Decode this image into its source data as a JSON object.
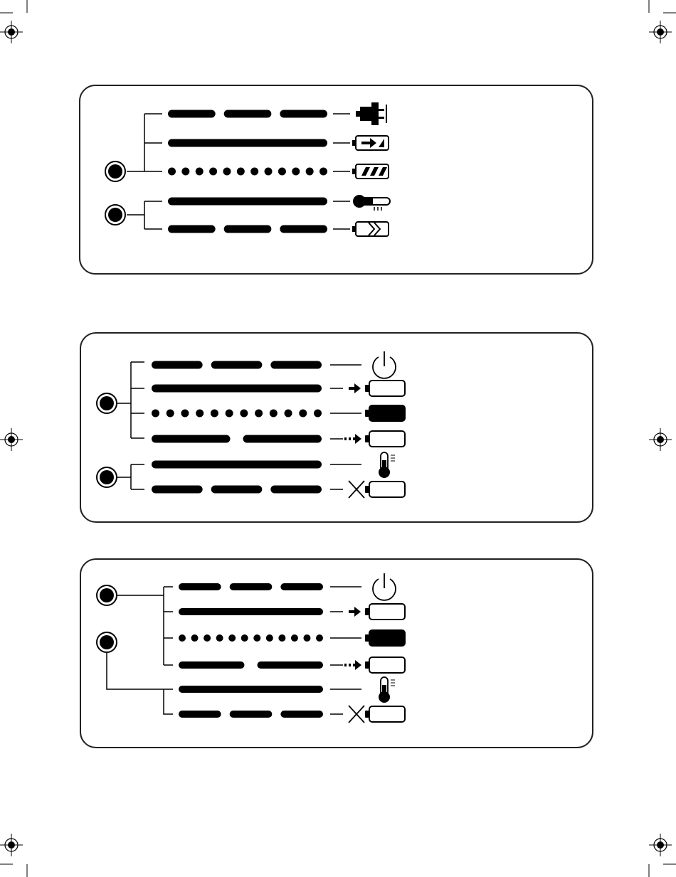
{
  "panels": [
    {
      "id": "panel-1",
      "indicators": [
        "led-a",
        "led-b"
      ],
      "rows": [
        {
          "pattern": "dash-3",
          "icon": "plug-icon",
          "led": "led-a"
        },
        {
          "pattern": "solid",
          "icon": "battery-charging-icon",
          "led": "led-a"
        },
        {
          "pattern": "dotted",
          "icon": "battery-full-icon",
          "led": "led-a"
        },
        {
          "pattern": "solid",
          "icon": "thermometer-icon",
          "led": "led-b"
        },
        {
          "pattern": "dash-3",
          "icon": "battery-fault-icon",
          "led": "led-b"
        }
      ]
    },
    {
      "id": "panel-2",
      "indicators": [
        "led-a",
        "led-b"
      ],
      "rows": [
        {
          "pattern": "dash-3",
          "icon": "power-icon",
          "led": "led-a"
        },
        {
          "pattern": "solid",
          "icon": "battery-charging-icon",
          "led": "led-a"
        },
        {
          "pattern": "dotted",
          "icon": "battery-full-icon",
          "led": "led-a"
        },
        {
          "pattern": "dash-2",
          "icon": "battery-trickle-icon",
          "led": "led-a"
        },
        {
          "pattern": "solid",
          "icon": "thermometer-icon",
          "led": "led-b"
        },
        {
          "pattern": "dash-3",
          "icon": "battery-error-icon",
          "led": "led-b"
        }
      ]
    },
    {
      "id": "panel-3",
      "indicators": [
        "led-a",
        "led-b"
      ],
      "rows": [
        {
          "pattern": "dash-3",
          "icon": "power-icon",
          "led": "led-a"
        },
        {
          "pattern": "solid",
          "icon": "battery-charging-icon",
          "led": "led-a"
        },
        {
          "pattern": "dotted",
          "icon": "battery-full-icon",
          "led": "led-a"
        },
        {
          "pattern": "dash-2",
          "icon": "battery-trickle-icon",
          "led": "led-a"
        },
        {
          "pattern": "solid",
          "icon": "thermometer-icon",
          "led": "led-b"
        },
        {
          "pattern": "dash-3",
          "icon": "battery-error-icon",
          "led": "led-b"
        }
      ]
    }
  ],
  "colors": {
    "ink": "#000000",
    "paper": "#ffffff",
    "frame": "#222222"
  }
}
